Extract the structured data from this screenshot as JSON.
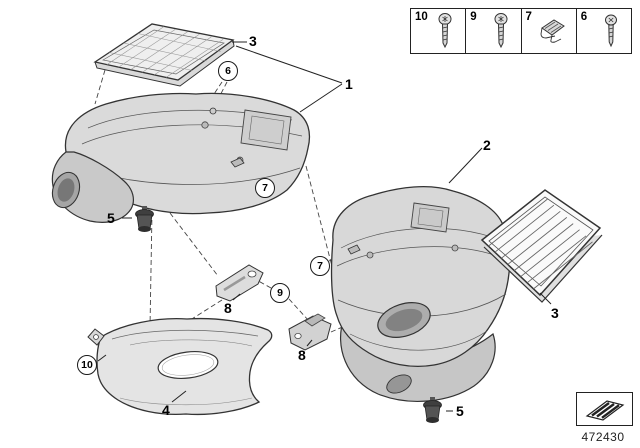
{
  "legend": {
    "items": [
      {
        "label": "10",
        "icon": "screw-icon"
      },
      {
        "label": "9",
        "icon": "screw-icon"
      },
      {
        "label": "7",
        "icon": "clip-icon"
      },
      {
        "label": "6",
        "icon": "screw-icon"
      }
    ]
  },
  "callouts": {
    "assembly_left": "1",
    "assembly_right": "2",
    "filter_top": "3",
    "filter_right": "3",
    "cover": "4",
    "mount_left": "5",
    "mount_right": "5",
    "screw_housing": "6",
    "clip_left": "7",
    "clip_right": "7",
    "bracket_upper": "8",
    "bracket_lower": "8",
    "screw_bracket": "9",
    "screw_cover": "10"
  },
  "footer": {
    "part_number": "472430"
  }
}
